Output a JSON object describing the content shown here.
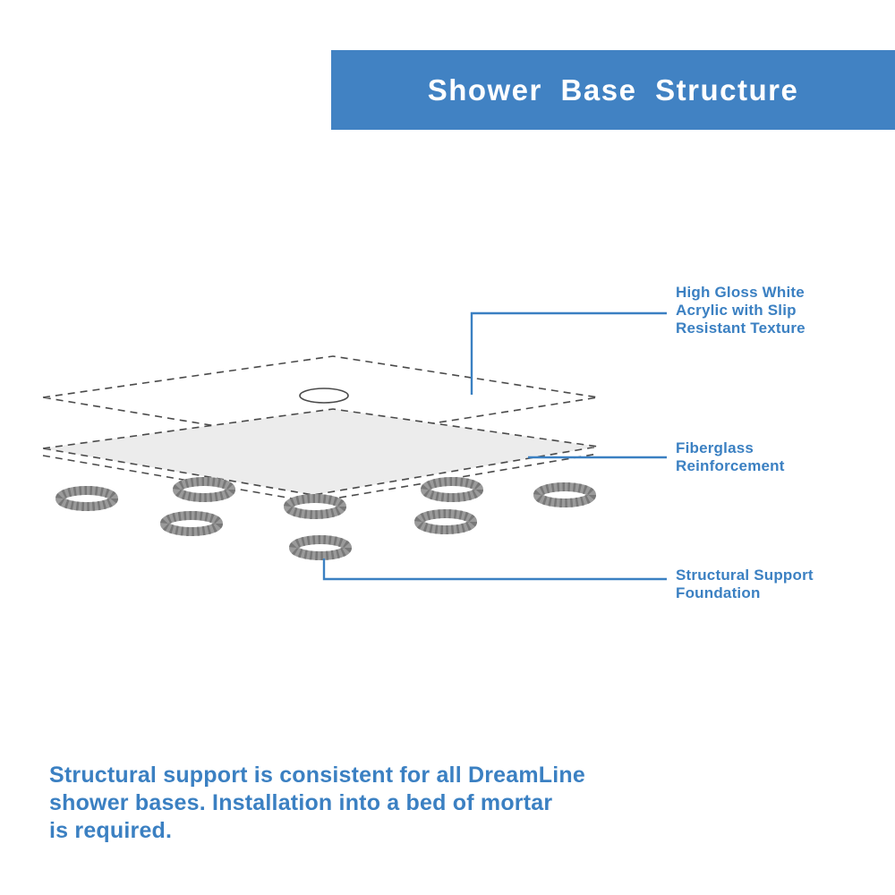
{
  "title": "Shower Base Structure",
  "colors": {
    "accent": "#3b80c2",
    "title_bg": "#4182c3",
    "layer_fill": "#ececec",
    "ring": "#9a9a9a",
    "outline": "#4a4a4a"
  },
  "annotations": {
    "acrylic": "High Gloss White\nAcrylic with Slip\nResistant Texture",
    "fiberglass": "Fiberglass\nReinforcement",
    "support": "Structural Support\nFoundation"
  },
  "footer": "Structural support is consistent for all DreamLine\nshower bases. Installation into a bed of mortar\nis required."
}
